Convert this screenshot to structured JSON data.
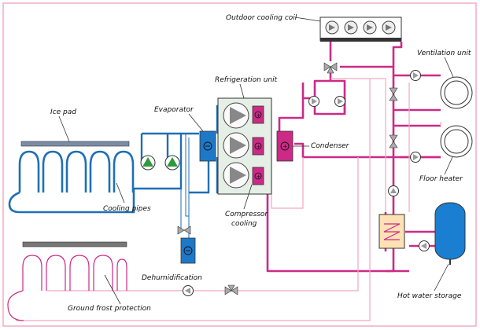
{
  "labels": {
    "outdoor_coil": "Outdoor cooling coil",
    "refrigeration_unit": "Refrigeration unit",
    "ventilation_unit": "Ventilation unit",
    "ice_pad": "Ice pad",
    "evaporator": "Evaporator",
    "condenser": "Condenser",
    "floor_heater": "Floor heater",
    "cooling_pipes": "Cooling pipes",
    "compressor_cooling_1": "Compressor",
    "compressor_cooling_2": "cooling",
    "dehumidification": "Dehumidification",
    "hot_water_storage": "Hot water storage",
    "ground_frost": "Ground frost protection"
  },
  "colors": {
    "frame_pink": "#f2a6bf",
    "hot_loop": "#cc2a86",
    "cold_loop": "#1f6fb6",
    "pump_green": "#2e9a3c",
    "unit_fill": "#e6efe6",
    "equipment_blue": "#1e78c8",
    "tank_blue": "#1a7fd1"
  },
  "icons": [
    "pump-icon",
    "valve-icon",
    "compressor-icon",
    "fan-icon",
    "heat-exchanger-icon"
  ]
}
